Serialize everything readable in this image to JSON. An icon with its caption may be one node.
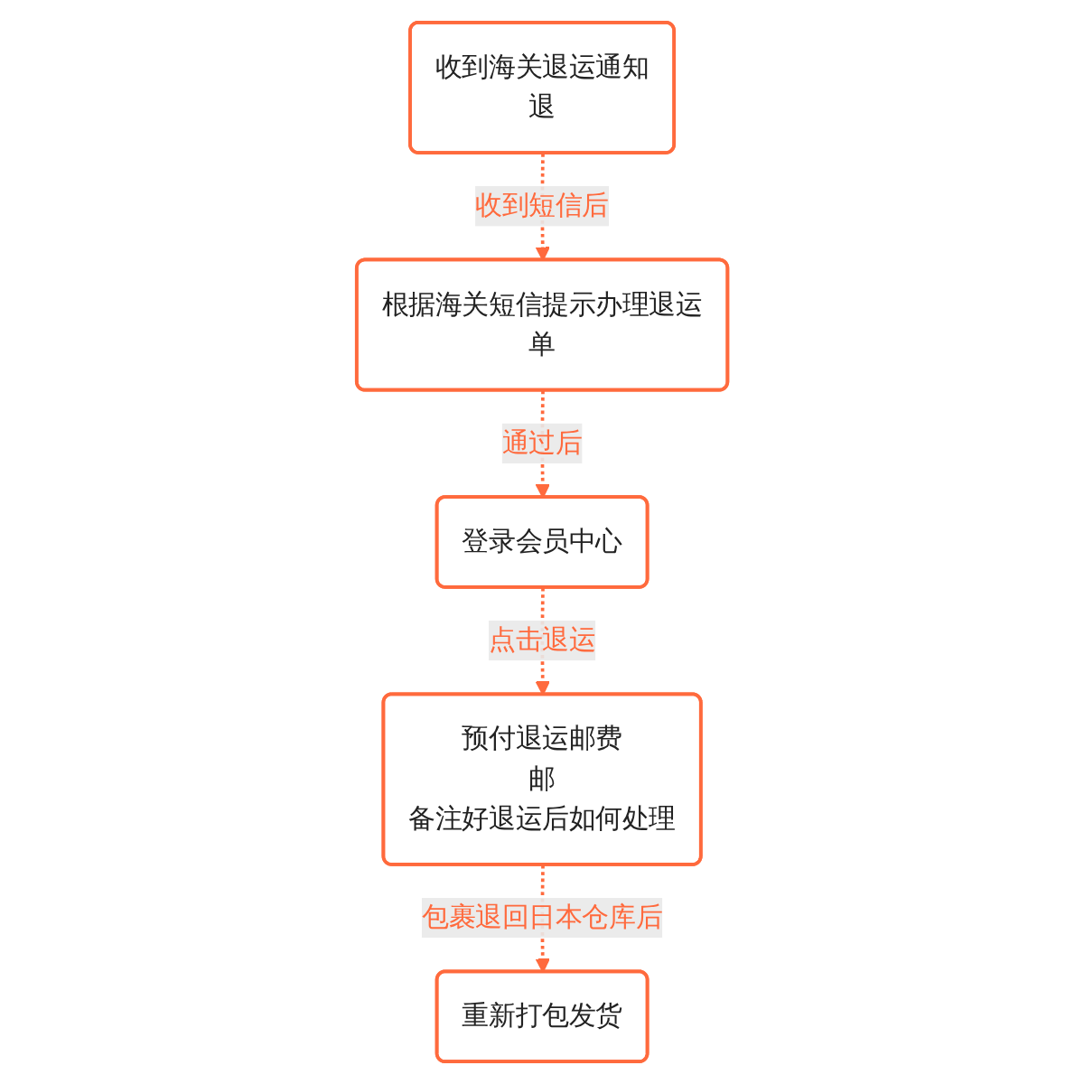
{
  "diagram": {
    "nodes": [
      {
        "text": [
          "收到海关退运通知",
          "退"
        ]
      },
      {
        "text": [
          "根据海关短信提示办理退运",
          "单"
        ]
      },
      {
        "text": [
          "登录会员中心"
        ]
      },
      {
        "text": [
          "预付退运邮费",
          "邮",
          "备注好退运后如何处理"
        ]
      },
      {
        "text": [
          "重新打包发货"
        ]
      }
    ],
    "edges": [
      {
        "from": 0,
        "to": 1,
        "arrow": "to",
        "label": "收到短信后",
        "style": "dashed"
      },
      {
        "from": 1,
        "to": 2,
        "arrow": "to",
        "label": "通过后",
        "style": "dashed"
      },
      {
        "from": 2,
        "to": 3,
        "arrow": "to",
        "label": "点击退运",
        "style": "dashed"
      },
      {
        "from": 3,
        "to": 4,
        "arrow": "to",
        "label": "包裹退回日本仓库后",
        "style": "dashed"
      }
    ]
  }
}
